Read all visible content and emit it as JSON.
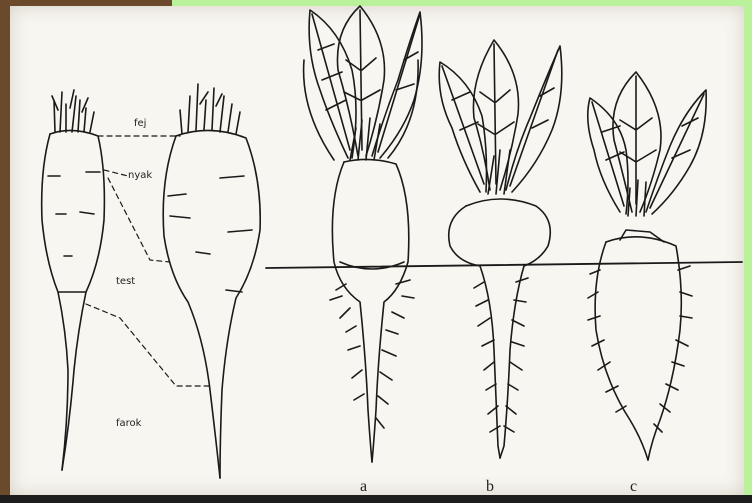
{
  "labels": {
    "fej": "fej",
    "nyak": "nyak",
    "test": "test",
    "farok": "farok"
  },
  "subfigures": [
    "a",
    "b",
    "c"
  ]
}
